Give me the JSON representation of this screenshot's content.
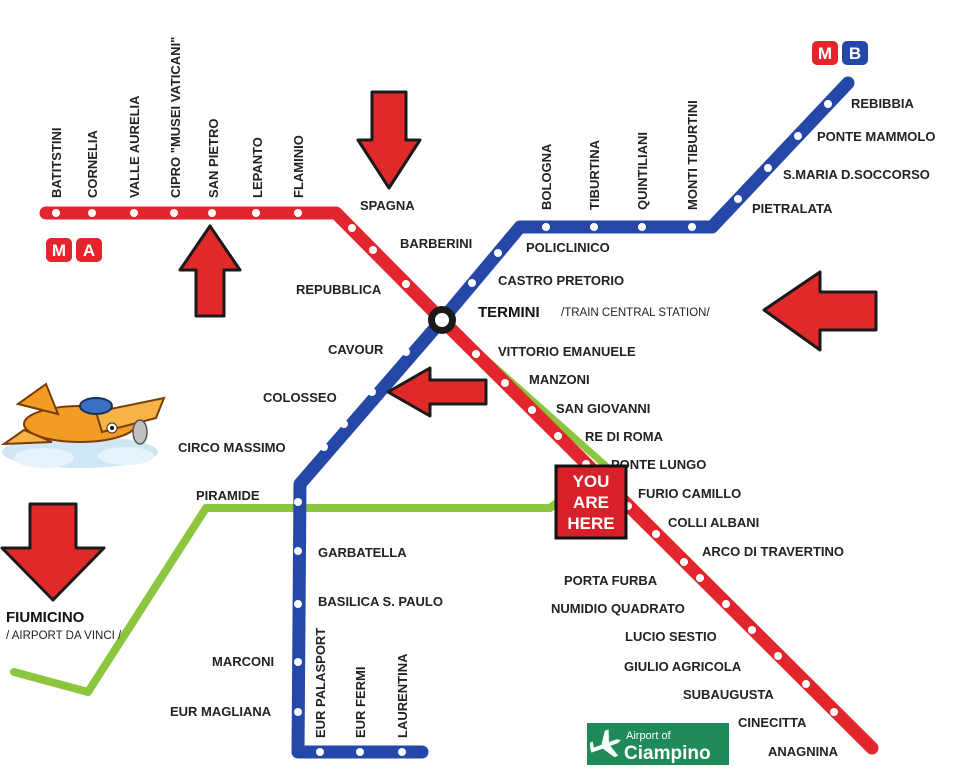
{
  "colors": {
    "line_a": "#e3262d",
    "line_b": "#2547a8",
    "rail": "#8cc63f",
    "arrow": "#e02a2a",
    "badge_bg": "#d7202a",
    "airport_sign": "#1f8a5a"
  },
  "logos": {
    "metro_a": {
      "m": "M",
      "line": "A"
    },
    "metro_b": {
      "m": "M",
      "line": "B"
    }
  },
  "line_a_west": [
    "BATITSTINI",
    "CORNELIA",
    "VALLE AURELIA",
    "CIPRO \"MUSEI VATICANI\"",
    "SAN PIETRO",
    "LEPANTO",
    "FLAMINIO"
  ],
  "line_b_north": [
    "BOLOGNA",
    "TIBURTINA",
    "QUINTILIANI",
    "MONTI TIBURTINI"
  ],
  "line_b_northeast": [
    "REBIBBIA",
    "PONTE MAMMOLO",
    "S.MARIA D.SOCCORSO",
    "PIETRALATA"
  ],
  "line_a_center": [
    "SPAGNA",
    "BARBERINI",
    "REPUBBLICA"
  ],
  "line_b_center": [
    "POLICLINICO",
    "CASTRO PRETORIO"
  ],
  "termini": {
    "name": "TERMINI",
    "note": "/TRAIN CENTRAL STATION/"
  },
  "line_a_south": [
    "VITTORIO EMANUELE",
    "MANZONI",
    "SAN GIOVANNI",
    "RE DI ROMA",
    "PONTE LUNGO",
    "FURIO CAMILLO",
    "COLLI ALBANI",
    "ARCO DI TRAVERTINO",
    "PORTA FURBA",
    "NUMIDIO QUADRATO",
    "LUCIO SESTIO",
    "GIULIO AGRICOLA",
    "SUBAUGUSTA",
    "CINECITTA",
    "ANAGNINA"
  ],
  "line_b_south": [
    "CAVOUR",
    "COLOSSEO",
    "CIRCO MASSIMO",
    "PIRAMIDE",
    "GARBATELLA",
    "BASILICA S. PAULO",
    "MARCONI",
    "EUR MAGLIANA"
  ],
  "line_b_terminal": [
    "EUR PALASPORT",
    "EUR FERMI",
    "LAURENTINA"
  ],
  "fiumicino": {
    "name": "FIUMICINO",
    "note": "/ AIRPORT DA VINCI /"
  },
  "you_are_here": [
    "YOU",
    "ARE",
    "HERE"
  ],
  "ciampino": {
    "top": "Airport of",
    "name": "Ciampino"
  }
}
